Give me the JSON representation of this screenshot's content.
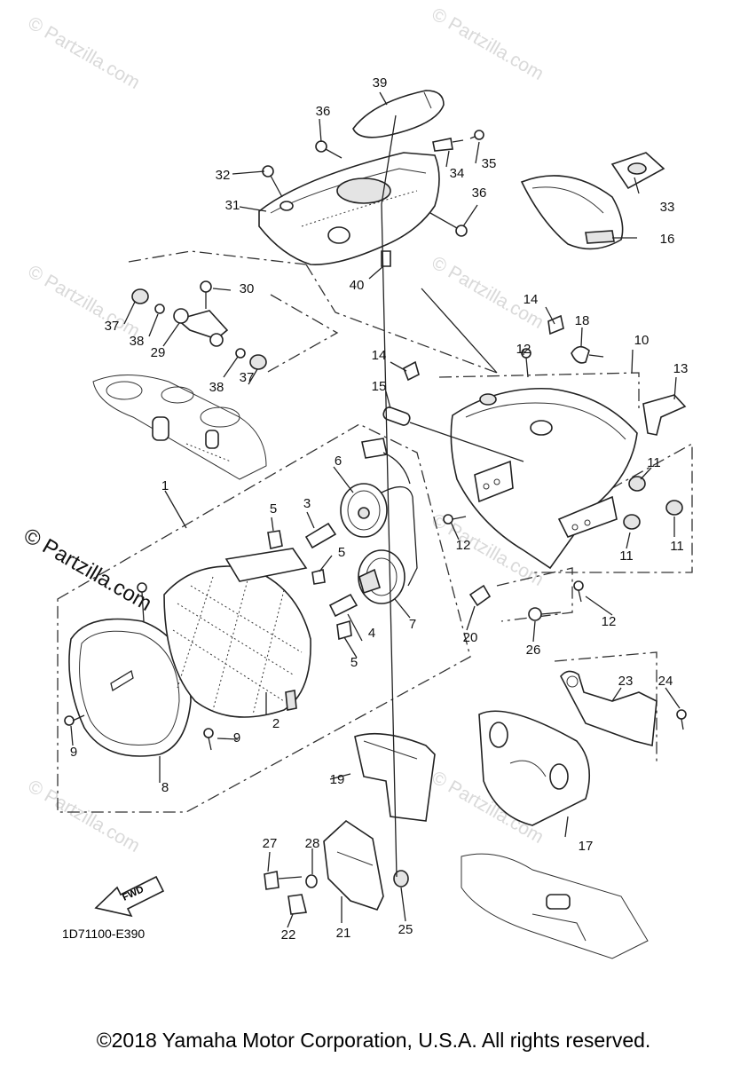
{
  "watermark": {
    "small": "© Partzilla.com",
    "large": "© Partzilla.com"
  },
  "diagram_code": "1D71100-E390",
  "fwd_label": "FWD",
  "copyright": "©2018 Yamaha Motor Corporation, U.S.A. All rights reserved.",
  "callouts": [
    "1",
    "2",
    "3",
    "4",
    "5",
    "5",
    "5",
    "6",
    "7",
    "8",
    "9",
    "9",
    "10",
    "11",
    "11",
    "11",
    "12",
    "12",
    "12",
    "13",
    "14",
    "14",
    "15",
    "16",
    "17",
    "18",
    "19",
    "20",
    "21",
    "22",
    "23",
    "24",
    "25",
    "26",
    "27",
    "28",
    "29",
    "30",
    "31",
    "32",
    "33",
    "34",
    "35",
    "36",
    "36",
    "37",
    "37",
    "38",
    "38",
    "39",
    "40"
  ]
}
